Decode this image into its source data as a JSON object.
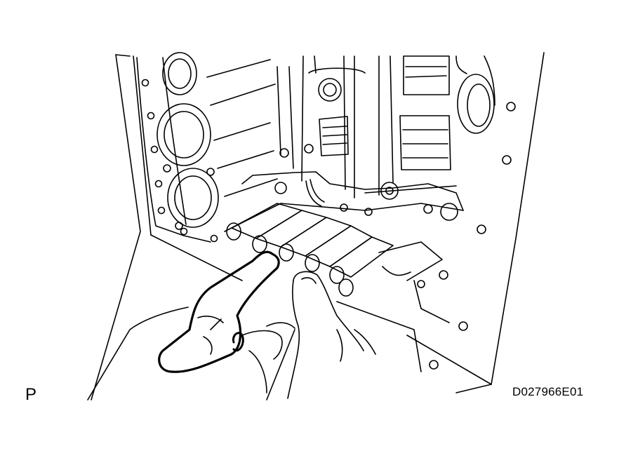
{
  "figure": {
    "corner_label": "P",
    "figure_code": "D027966E01"
  },
  "colors": {
    "line": "#000000",
    "background": "#ffffff"
  },
  "icons": [
    "transmission-case-drawing",
    "hand-drawing",
    "finger-drawing"
  ]
}
